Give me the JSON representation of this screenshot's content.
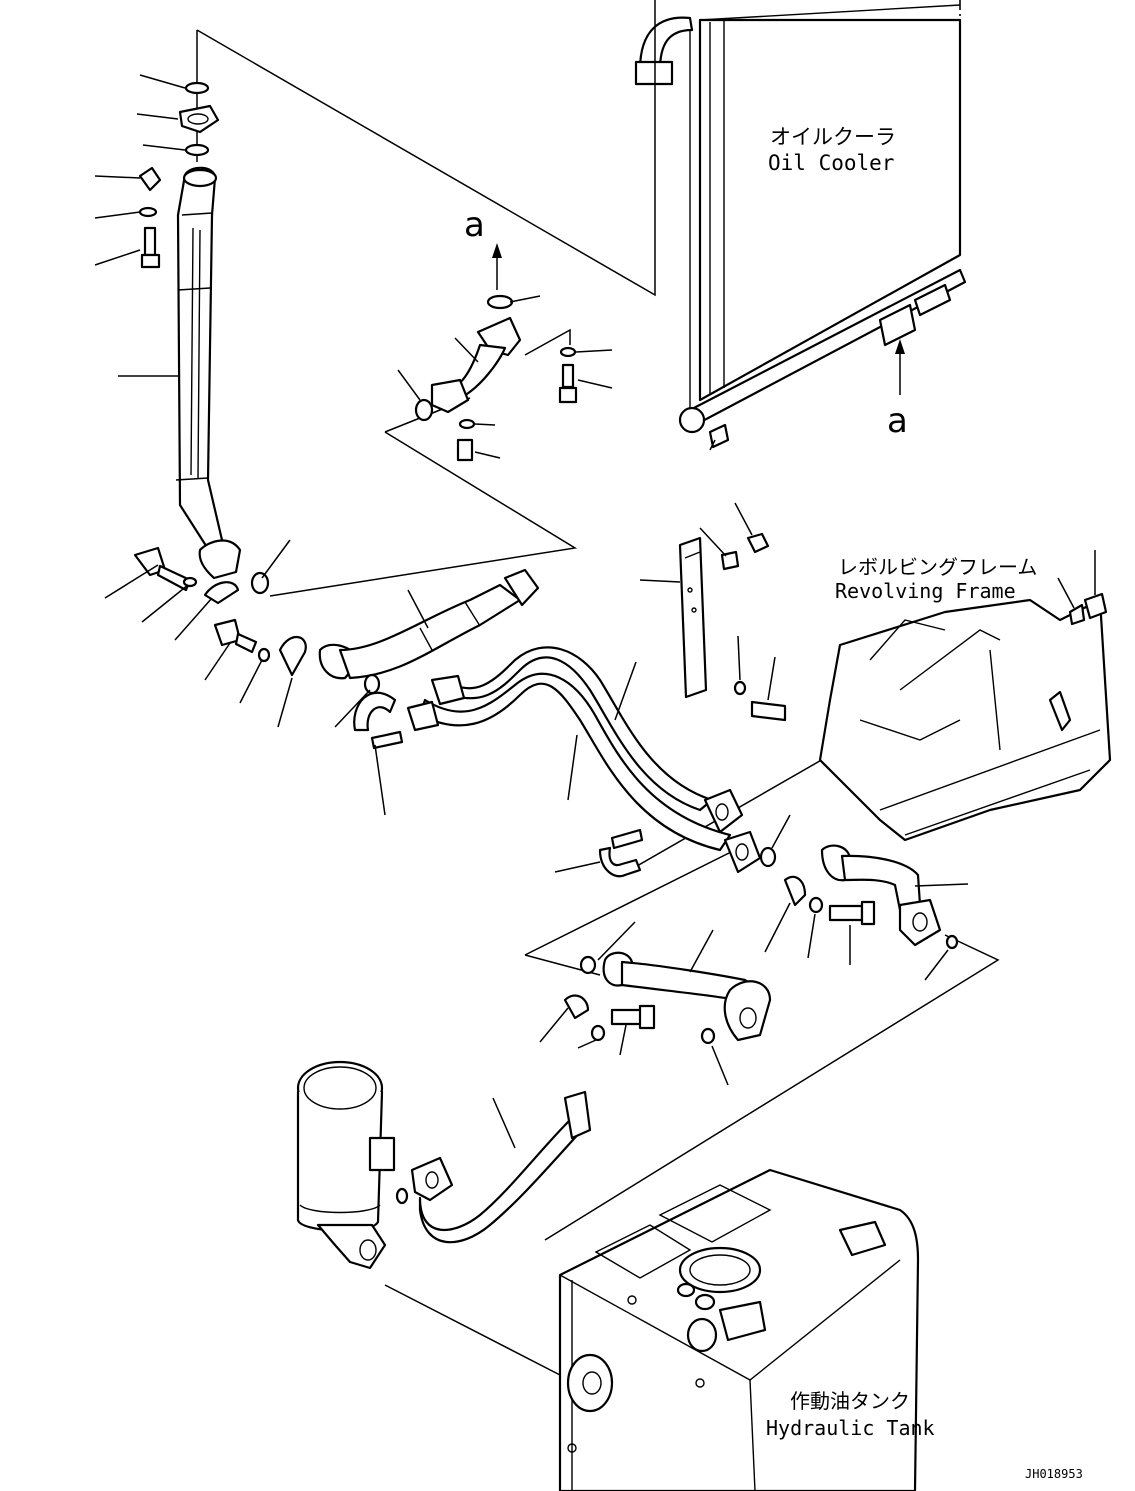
{
  "labels": {
    "oil_cooler_jp": "オイルクーラ",
    "oil_cooler_en": "Oil Cooler",
    "revolving_frame_jp": "レボルビングフレーム",
    "revolving_frame_en": "Revolving Frame",
    "hydraulic_tank_jp": "作動油タンク",
    "hydraulic_tank_en": "Hydraulic Tank",
    "view_a_top": "a",
    "view_a_right": "a",
    "drawing_number": "JH018953"
  }
}
